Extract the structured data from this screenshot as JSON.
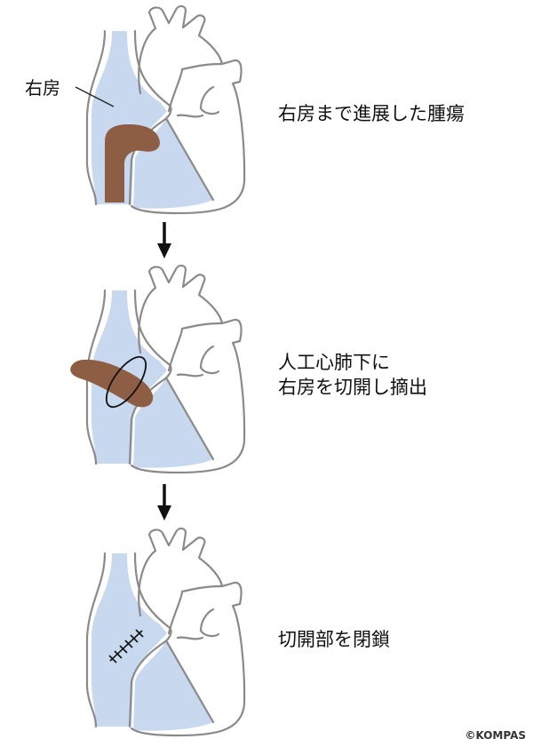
{
  "labels": {
    "right_atrium": "右房"
  },
  "steps": [
    {
      "lines": [
        "右房まで進展した腫瘍"
      ]
    },
    {
      "lines": [
        "人工心肺下に",
        "右房を切開し摘出"
      ]
    },
    {
      "lines": [
        "切開部を閉鎖"
      ]
    }
  ],
  "copyright": "©KOMPAS",
  "colors": {
    "blood": "#c8d8ef",
    "tumor": "#8d5e44",
    "outline": "#8a8a8a",
    "arrow": "#111111"
  }
}
